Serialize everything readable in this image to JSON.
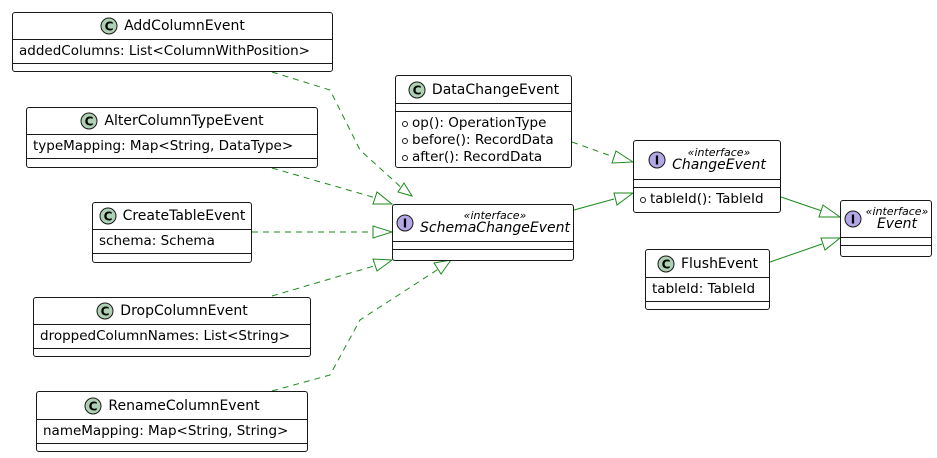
{
  "classes": {
    "add_column_event": {
      "stereotype_letter": "C",
      "name": "AddColumnEvent",
      "fields": [
        "addedColumns: List<ColumnWithPosition>"
      ]
    },
    "alter_column_type_event": {
      "stereotype_letter": "C",
      "name": "AlterColumnTypeEvent",
      "fields": [
        "typeMapping: Map<String, DataType>"
      ]
    },
    "create_table_event": {
      "stereotype_letter": "C",
      "name": "CreateTableEvent",
      "fields": [
        "schema: Schema"
      ]
    },
    "drop_column_event": {
      "stereotype_letter": "C",
      "name": "DropColumnEvent",
      "fields": [
        "droppedColumnNames: List<String>"
      ]
    },
    "rename_column_event": {
      "stereotype_letter": "C",
      "name": "RenameColumnEvent",
      "fields": [
        "nameMapping: Map<String, String>"
      ]
    },
    "data_change_event": {
      "stereotype_letter": "C",
      "name": "DataChangeEvent",
      "methods": [
        "op(): OperationType",
        "before(): RecordData",
        "after(): RecordData"
      ]
    },
    "flush_event": {
      "stereotype_letter": "C",
      "name": "FlushEvent",
      "fields": [
        "tableId: TableId"
      ]
    },
    "schema_change_event": {
      "stereotype_letter": "I",
      "stereotype": "«interface»",
      "name": "SchemaChangeEvent"
    },
    "change_event": {
      "stereotype_letter": "I",
      "stereotype": "«interface»",
      "name": "ChangeEvent",
      "methods": [
        "tableId(): TableId"
      ]
    },
    "event": {
      "stereotype_letter": "I",
      "stereotype": "«interface»",
      "name": "Event"
    }
  },
  "colors": {
    "border": "#181818",
    "relation": "#1a8a1a",
    "class_icon": "#ADD1B2",
    "interface_icon": "#B4A7E5"
  },
  "relations": [
    {
      "from": "AddColumnEvent",
      "to": "SchemaChangeEvent",
      "kind": "realization"
    },
    {
      "from": "AlterColumnTypeEvent",
      "to": "SchemaChangeEvent",
      "kind": "realization"
    },
    {
      "from": "CreateTableEvent",
      "to": "SchemaChangeEvent",
      "kind": "realization"
    },
    {
      "from": "DropColumnEvent",
      "to": "SchemaChangeEvent",
      "kind": "realization"
    },
    {
      "from": "RenameColumnEvent",
      "to": "SchemaChangeEvent",
      "kind": "realization"
    },
    {
      "from": "DataChangeEvent",
      "to": "ChangeEvent",
      "kind": "realization"
    },
    {
      "from": "SchemaChangeEvent",
      "to": "ChangeEvent",
      "kind": "generalization"
    },
    {
      "from": "ChangeEvent",
      "to": "Event",
      "kind": "generalization"
    },
    {
      "from": "FlushEvent",
      "to": "Event",
      "kind": "realization"
    }
  ]
}
